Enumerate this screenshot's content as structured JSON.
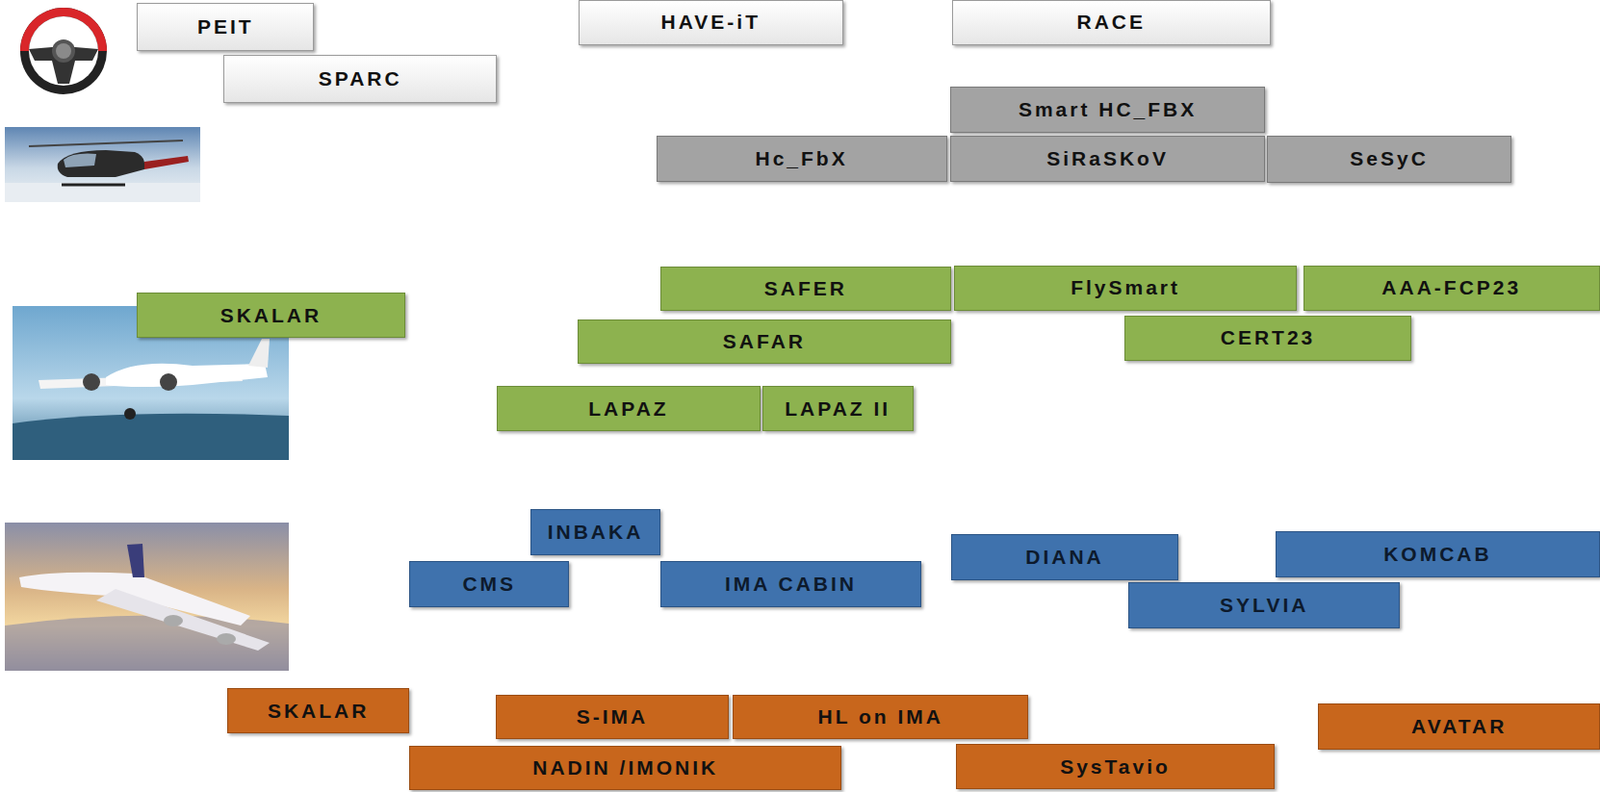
{
  "diagram": {
    "nodes": [
      {
        "text": [
          "PEIT"
        ]
      },
      {
        "text": [
          "SPARC"
        ]
      },
      {
        "text": [
          "HAVE-iT"
        ]
      },
      {
        "text": [
          "RACE"
        ]
      },
      {
        "text": [
          "Smart HC_FBX"
        ]
      },
      {
        "text": [
          "Hc_FbX"
        ]
      },
      {
        "text": [
          "SiRaSKoV"
        ]
      },
      {
        "text": [
          "SeSyC"
        ]
      },
      {
        "text": [
          "SKALAR"
        ]
      },
      {
        "text": [
          "SAFER"
        ]
      },
      {
        "text": [
          "FlySmart"
        ]
      },
      {
        "text": [
          "AAA-FCP23"
        ]
      },
      {
        "text": [
          "SAFAR"
        ]
      },
      {
        "text": [
          "CERT23"
        ]
      },
      {
        "text": [
          "LAPAZ"
        ]
      },
      {
        "text": [
          "LAPAZ II"
        ]
      },
      {
        "text": [
          "INBAKA"
        ]
      },
      {
        "text": [
          "CMS"
        ]
      },
      {
        "text": [
          "IMA CABIN"
        ]
      },
      {
        "text": [
          "DIANA"
        ]
      },
      {
        "text": [
          "KOMCAB"
        ]
      },
      {
        "text": [
          "SYLVIA"
        ]
      },
      {
        "text": [
          "SKALAR"
        ]
      },
      {
        "text": [
          "S-IMA"
        ]
      },
      {
        "text": [
          "HL on IMA"
        ]
      },
      {
        "text": [
          "AVATAR"
        ]
      },
      {
        "text": [
          "NADIN /IMONIK"
        ]
      },
      {
        "text": [
          "SysTavio"
        ]
      }
    ]
  }
}
